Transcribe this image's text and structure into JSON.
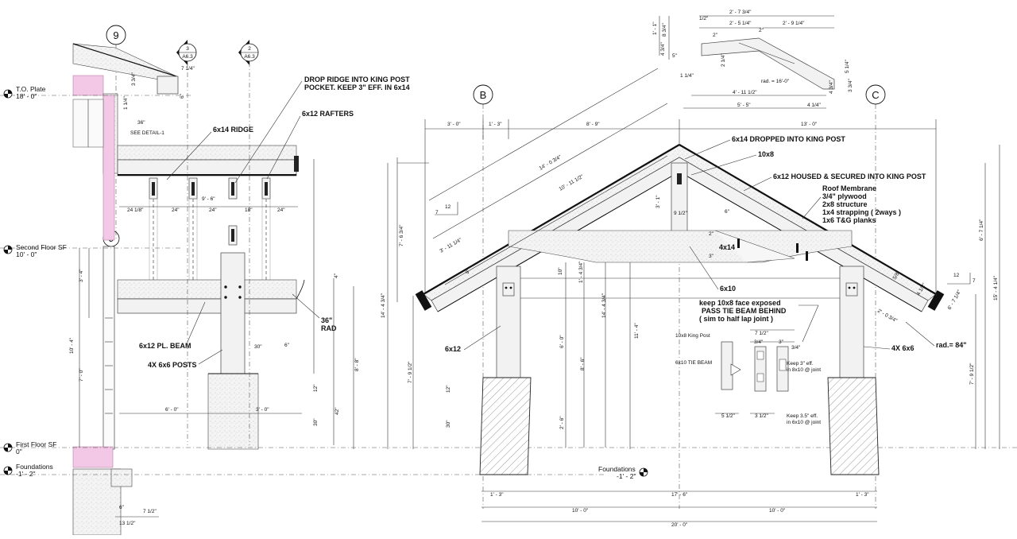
{
  "levels": {
    "to_plate": {
      "label": "T.O. Plate",
      "elev": "18' - 0\""
    },
    "second_floor": {
      "label": "Second Floor SF",
      "elev": "10' - 0\""
    },
    "first_floor": {
      "label": "First Floor SF",
      "elev": "0\""
    },
    "foundations_left": {
      "label": "Foundations",
      "elev": "-1' - 2\""
    },
    "foundations_right": {
      "label": "Foundations",
      "elev": "-1' - 2\""
    }
  },
  "grids": {
    "g9": "9",
    "gB": "B",
    "gC": "C"
  },
  "section_tags": [
    {
      "num": "3",
      "sheet": "A6.3"
    },
    {
      "num": "2",
      "sheet": "A6.3"
    }
  ],
  "notes": {
    "drop_ridge_1": "DROP RIDGE INTO KING POST",
    "drop_ridge_2": "POCKET. KEEP 3\" EFF. IN 6x14",
    "rafters_left": "6x12 RAFTERS",
    "ridge_6x14": "6x14 RIDGE",
    "see_detail": "SEE DETAIL-1",
    "pl_beam": "6x12 PL. BEAM",
    "posts": "4X 6x6 POSTS",
    "rad36": "36\"",
    "rad_word": "RAD",
    "dropped_6x14": "6x14 DROPPED INTO KING POST",
    "ten_by_eight": "10x8",
    "housed": "6x12 HOUSED & SECURED INTO KING POST",
    "roof_1": "Roof Membrane",
    "roof_2": "3/4\" plywood",
    "roof_3": "2x8 structure",
    "roof_4": "1x4 strapping ( 2ways )",
    "roof_5": "1x6 T&G planks",
    "four_by_14": "4x14",
    "six_by_10": "6x10",
    "keep_1": "keep 10x8 face exposed",
    "keep_2": "PASS TIE BEAM BEHIND",
    "keep_3": "( sim to half lap joint  )",
    "six_by_12": "6x12",
    "four_x_6x6": "4X 6x6",
    "rad84": "rad.= 84\"",
    "king_post": "10x8 King Post",
    "tie_beam": "6x10 TIE BEAM",
    "keep3_1": "Keep 3\" eff.",
    "keep3_2": "in 8x10 @ joint",
    "keep35_1": "Keep 3.5\" eff.",
    "keep35_2": "in 6x10 @ joint",
    "rad16": "rad. = 16'-0\""
  },
  "pitch": {
    "rise": "7",
    "run": "12"
  },
  "dims_left": {
    "d7_1_4": "7 1/4\"",
    "d6": "6\"",
    "d3_3_4": "3 3/4\"",
    "d1_1_4": "1 1/4\"",
    "d36": "36\"",
    "d9_6": "9' - 6\"",
    "d24_1_8": "24 1/8\"",
    "d24a": "24\"",
    "d24b": "24\"",
    "d18": "18\"",
    "d24c": "24\"",
    "d3_4": "3' - 4\"",
    "d10_4": "10' - 4\"",
    "d7_0": "7' - 0\"",
    "d30a": "30\"",
    "d6b": "6\"",
    "d6_0": "6' - 0\"",
    "d3_0": "3' - 0\"",
    "d12": "12\"",
    "d42": "42\"",
    "d30b": "30\"",
    "d8_8": "8' - 8\"",
    "d14_4_3_4": "14' - 4 3/4\"",
    "d4": "4\"",
    "d6c": "6\"",
    "d7_1_2": "7 1/2\"",
    "d13_1_2": "13 1/2\""
  },
  "dims_top": {
    "d3_0": "3' - 0\"",
    "d1_3": "1' - 3\"",
    "d8_9": "8' - 9\"",
    "d13_0": "13' - 0\"",
    "d14_0_3_4": "14' - 0 3/4\"",
    "d10_11_1_2": "10' - 11 1/2\"",
    "d3_11_1_4": "3' - 11 1/4\"",
    "d7_6_3_4": "7' - 6 3/4\"",
    "d3_1": "3' - 1\"",
    "d9_1_2": "9 1/2\"",
    "d2": "2\"",
    "d3": "3\"",
    "d6": "6\"",
    "d10": "10\"",
    "d1_4_3_4": "1' - 4 3/4\"",
    "d6_0": "6' - 0\"",
    "d8_6": "8' - 6\"",
    "d11_4": "11' - 4\"",
    "d14_4_3_4": "14' - 4 3/4\"",
    "d2_6": "2' - 6\"",
    "d12": "12\"",
    "d30": "30\"",
    "d7_9_1_2": "7' - 9 1/2\"",
    "d6_7_1_4": "6' - 7 1/4\"",
    "d15_4_1_4": "15' - 4 1/4\"",
    "d7_9_1_2r": "7' - 9 1/2\"",
    "d2_0_3_4": "2' - 0 3/4\"",
    "d6_7_1_4b": "6' - 7 1/4\"",
    "d5_8": "5/8\"",
    "d4_1_2": "4 1/2\"",
    "d9": "9\"",
    "d7_1_2": "7 1/2\"",
    "d3_4a": "3/4\"",
    "d3_4b": "3/4\"",
    "d5_1_2": "5 1/2\"",
    "d3_1_2": "3 1/2\""
  },
  "dims_bottom": {
    "d1_3a": "1' - 3\"",
    "d17_6": "17' - 6\"",
    "d1_3b": "1' - 3\"",
    "d10_0a": "10' - 0\"",
    "d10_0b": "10' - 0\"",
    "d20_0": "20' - 0\""
  },
  "dims_detail": {
    "d2_7_3_4": "2' - 7 3/4\"",
    "d1_2": "1/2\"",
    "d2_5_1_4": "2' - 5 1/4\"",
    "d2_9_1_4": "2' - 9 1/4\"",
    "d1_1": "1' - 1\"",
    "d8_3_4": "8 3/4\"",
    "d4_3_4": "4 3/4\"",
    "d5": "5\"",
    "d2a": "2\"",
    "d2b": "2\"",
    "d2_1_4": "2 1/4\"",
    "d1_1_4": "1 1/4\"",
    "d4_11_1_2": "4' - 11 1/2\"",
    "d5_5": "5' - 5\"",
    "d4_1_4": "4 1/4\"",
    "d3_3_4": "3 3/4\"",
    "d4_3_4b": "4 3/4\"",
    "d5_1_4": "5 1/4\""
  }
}
